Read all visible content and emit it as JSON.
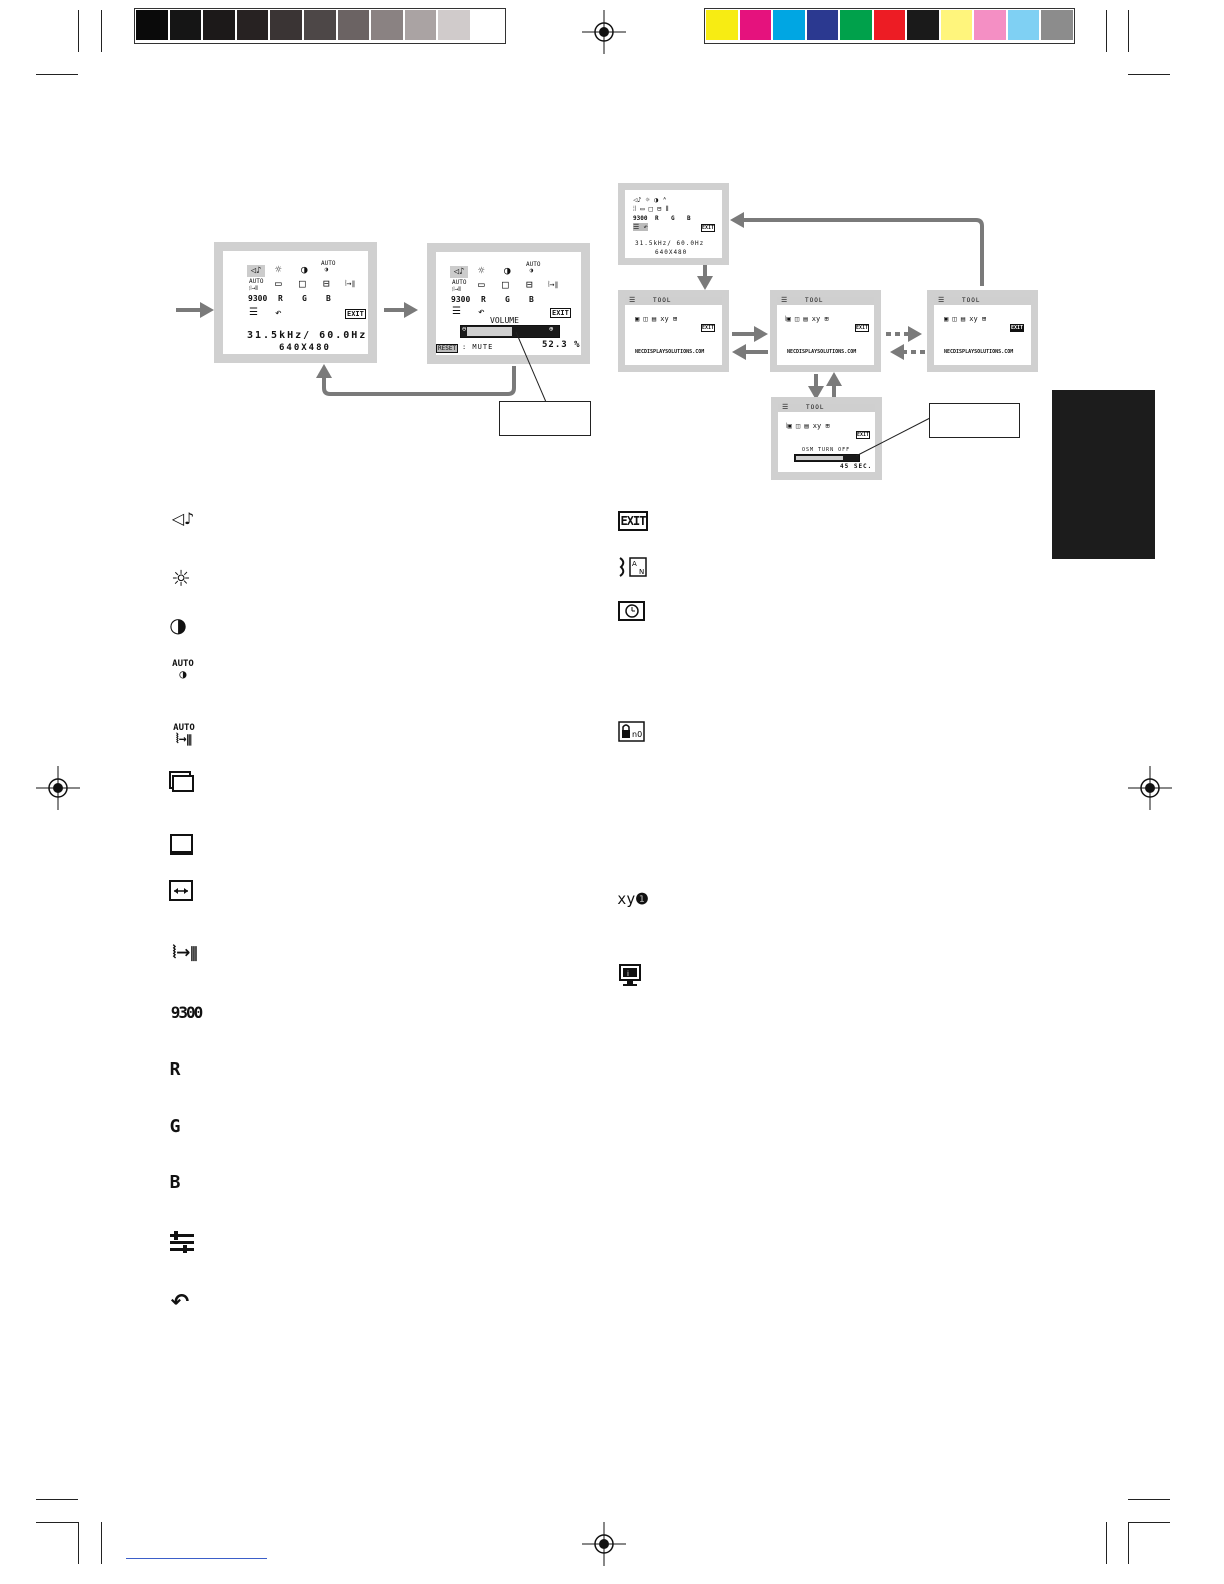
{
  "colors": {
    "gray_bar": [
      "#0a0a0a",
      "#151515",
      "#1c1919",
      "#272222",
      "#3a3434",
      "#4d4747",
      "#6b6363",
      "#8a8282",
      "#aaa3a3",
      "#d0cbcb",
      "#ffffff"
    ],
    "color_bar": [
      "#f7ec13",
      "#e5127d",
      "#00a6e3",
      "#2b3990",
      "#00a14b",
      "#ed1c24",
      "#1a1a1a",
      "#fff57c",
      "#f48fc4",
      "#7fd0f3",
      "#8c8c8c"
    ],
    "osd_frame": "#cfcfcf",
    "arrow": "#7a7a7a",
    "tab": "#1c1c1c"
  },
  "left_diagram": {
    "screen1": {
      "row1_icons": [
        "volume-icon",
        "brightness-icon",
        "contrast-icon",
        "auto-contrast-icon"
      ],
      "row2_icons": [
        "auto-adjust-icon",
        "left-right-icon",
        "down-up-icon",
        "h-size-icon",
        "fine-icon"
      ],
      "row3_labels": [
        "9300",
        "R",
        "G",
        "B"
      ],
      "exit_label": "EXIT",
      "freq": "31.5kHz/ 60.0Hz",
      "res": "640X480"
    },
    "screen2": {
      "row3_labels": [
        "9300",
        "R",
        "G",
        "B"
      ],
      "exit_label": "EXIT",
      "slider_label": "VOLUME",
      "mute_key": "RESET",
      "mute_text": ": MUTE",
      "value": "52.3 %",
      "level": 0.523
    }
  },
  "right_diagram": {
    "main_screen": {
      "row3_labels": [
        "9300",
        "R",
        "G",
        "B"
      ],
      "exit_label": "EXIT",
      "freq": "31.5kHz/ 60.0Hz",
      "res": "640X480"
    },
    "tool_title": "TOOL",
    "url": "NECDISPLAYSOLUTIONS.COM",
    "tool_exit": "EXIT",
    "osm_turn_off": "OSM TURN OFF",
    "osm_seconds": "45 SEC.",
    "osm_level": 0.75
  },
  "legend_left": [
    {
      "icon": "volume-icon"
    },
    {
      "icon": "brightness-icon"
    },
    {
      "icon": "contrast-icon"
    },
    {
      "icon": "auto-contrast-icon",
      "text": "AUTO"
    },
    {
      "icon": "auto-adjust-icon",
      "text": "AUTO"
    },
    {
      "icon": "left-right-icon"
    },
    {
      "icon": "down-up-icon"
    },
    {
      "icon": "h-size-icon"
    },
    {
      "icon": "fine-icon"
    },
    {
      "icon": "color-control-icon",
      "text": "9300"
    },
    {
      "icon": "red-icon",
      "text": "R"
    },
    {
      "icon": "green-icon",
      "text": "G"
    },
    {
      "icon": "blue-icon",
      "text": "B"
    },
    {
      "icon": "tool-icon"
    },
    {
      "icon": "factory-preset-icon"
    }
  ],
  "legend_right": [
    {
      "icon": "exit-icon",
      "text": "EXIT"
    },
    {
      "icon": "language-icon"
    },
    {
      "icon": "osm-turn-off-icon"
    },
    {
      "icon": "osm-lock-out-icon"
    },
    {
      "icon": "resolution-notifier-icon",
      "text": "xy"
    },
    {
      "icon": "monitor-info-icon"
    }
  ]
}
